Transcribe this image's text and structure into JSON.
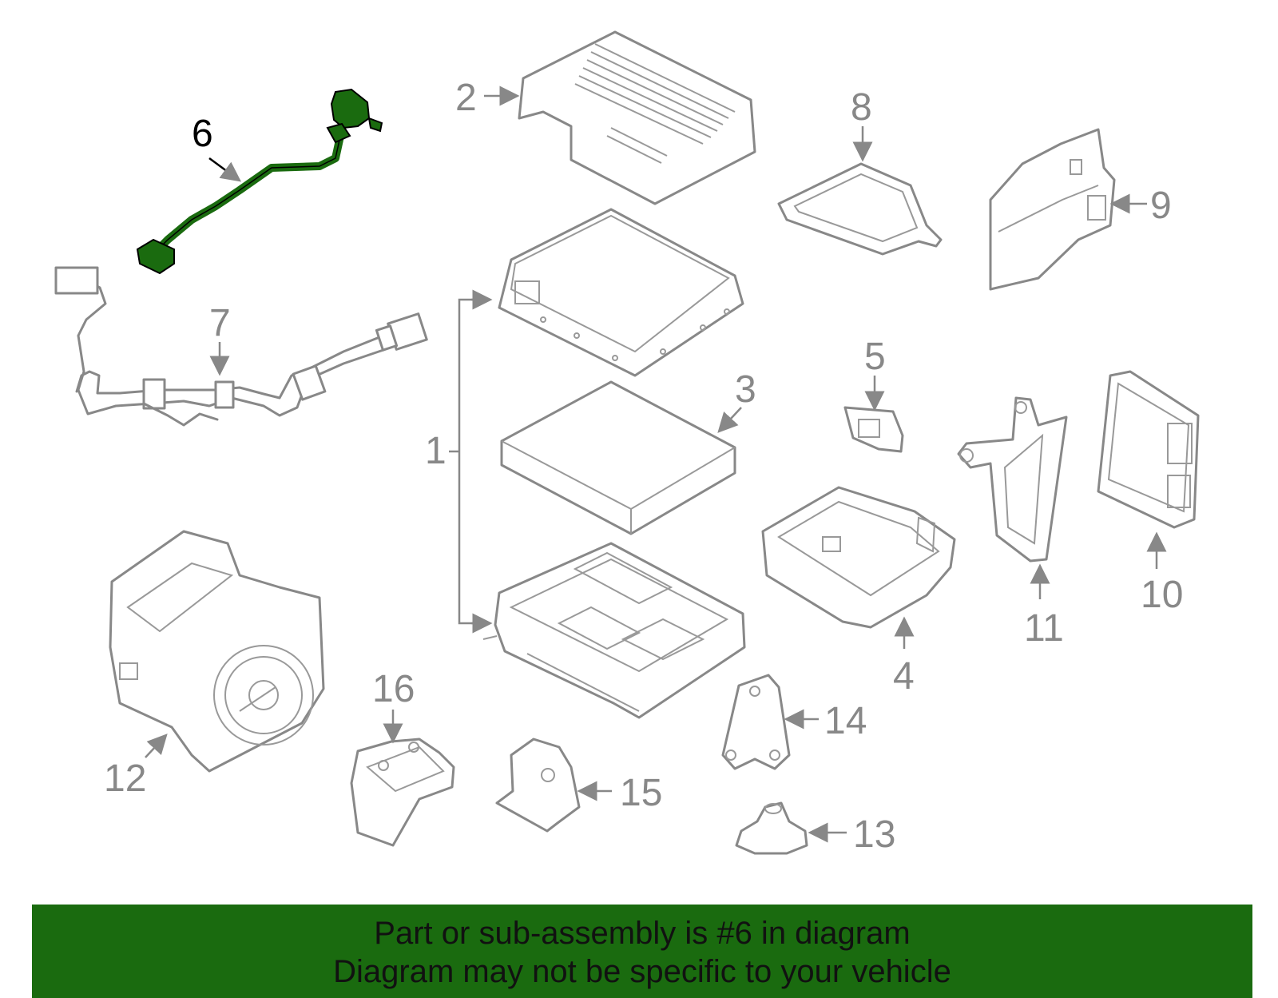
{
  "highlight_color": "#1a6b0f",
  "part_color": "#888888",
  "callouts": [
    "1",
    "2",
    "3",
    "4",
    "5",
    "6",
    "7",
    "8",
    "9",
    "10",
    "11",
    "12",
    "13",
    "14",
    "15",
    "16"
  ],
  "banner": {
    "line1": "Part or sub-assembly is #6 in diagram",
    "line2": "Diagram may not be specific to your vehicle"
  }
}
